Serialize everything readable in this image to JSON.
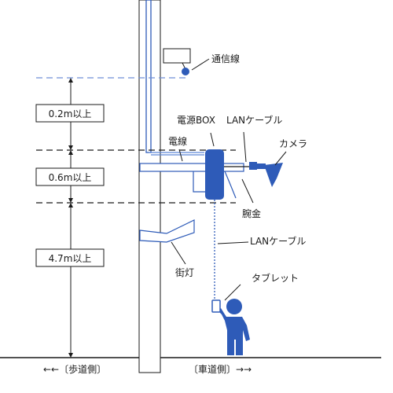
{
  "labels": {
    "comm_line": "通信線",
    "power_box": "電源BOX",
    "lan_cable_top": "LANケーブル",
    "power_line": "電線",
    "camera": "カメラ",
    "arm": "腕金",
    "lan_cable_mid": "LANケーブル",
    "street_light": "街灯",
    "tablet": "タブレット",
    "sidewalk": "←←〔歩道側〕",
    "roadway": "〔車道側〕→→"
  },
  "dimensions": {
    "d1": "0.2m以上",
    "d2": "0.6m以上",
    "d3": "4.7m以上"
  },
  "colors": {
    "blue_dark": "#2e5bb8",
    "blue_light": "#5d86d6",
    "line_dark": "#1a1a1a",
    "dash_blue": "#6f8fd6"
  }
}
